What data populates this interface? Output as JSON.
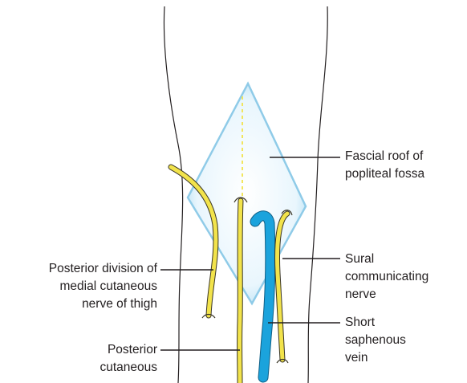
{
  "labels": {
    "fascial_roof": {
      "line1": "Fascial roof of",
      "line2": "popliteal fossa"
    },
    "sural": {
      "line1": "Sural",
      "line2": "communicating",
      "line3": "nerve"
    },
    "short_saphenous": {
      "line1": "Short",
      "line2": "saphenous",
      "line3": "vein"
    },
    "posterior_division": {
      "line1": "Posterior division of",
      "line2": "medial cutaneous",
      "line3": "nerve of thigh"
    },
    "posterior_cutaneous": {
      "line1": "Posterior",
      "line2": "cutaneous"
    }
  },
  "colors": {
    "nerve": "#f2e34b",
    "nerve_outline": "#4a4530",
    "vein": "#1ba3dc",
    "vein_outline": "#0f5f86",
    "fascia_edge": "#9fd3ec",
    "fascia_fill": "#e8f5fc",
    "leader": "#231f20",
    "limb_outline": "#231f20"
  }
}
